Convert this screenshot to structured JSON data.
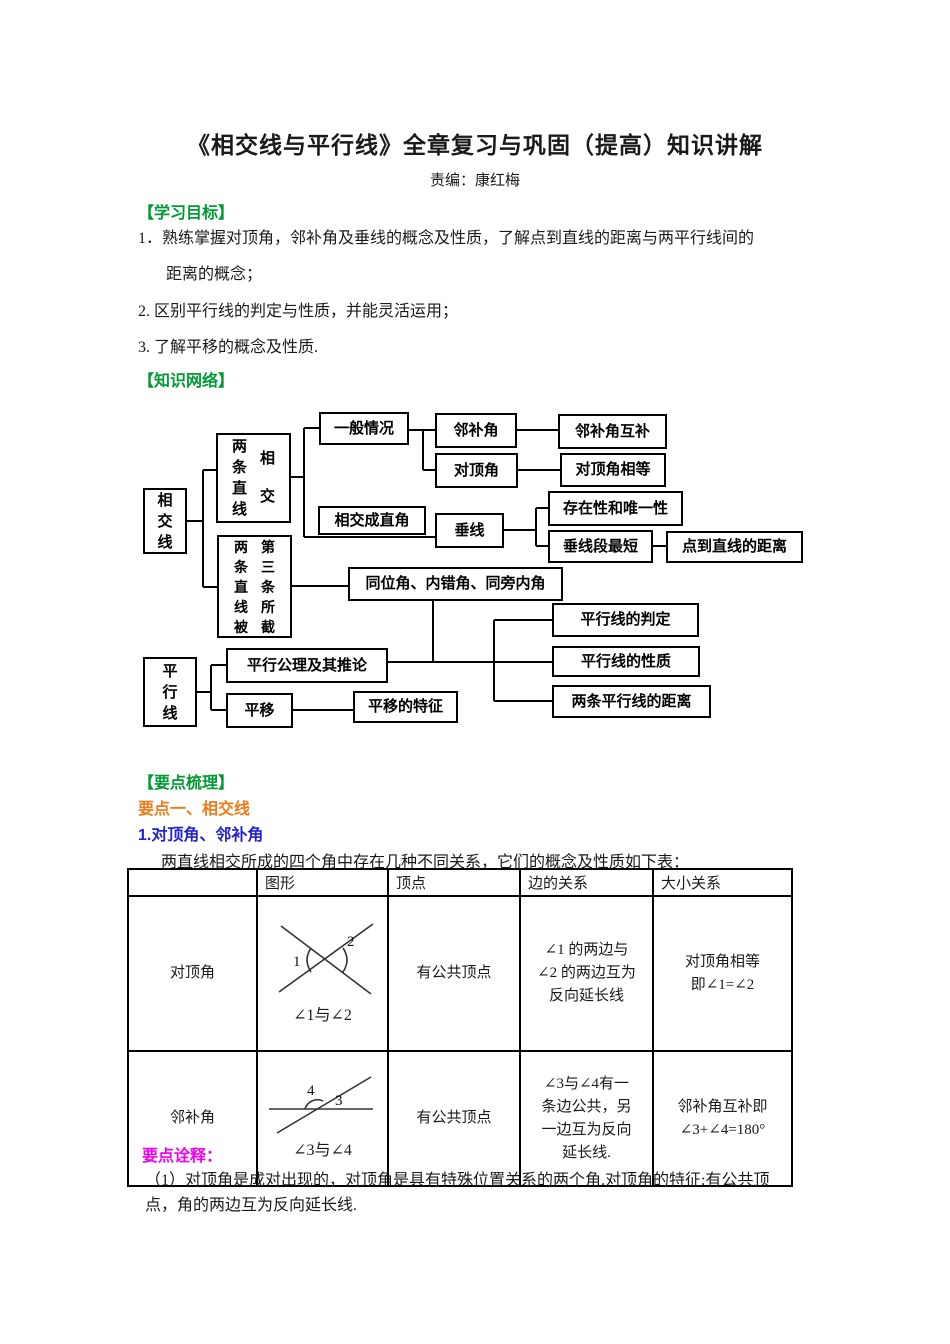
{
  "title": "《相交线与平行线》全章复习与巩固（提高）知识讲解",
  "byline": "责编：康红梅",
  "colors": {
    "section_header_green": "#009933",
    "point_orange": "#ED7C1B",
    "sub_blue": "#2323CC",
    "notes_magenta": "#F000F0",
    "text": "#1a1a1a",
    "diagram_border": "#000000"
  },
  "learning": {
    "header": "【学习目标】",
    "lines": [
      "1．熟练掌握对顶角，邻补角及垂线的概念及性质，了解点到直线的距离与两平行线间的",
      "距离的概念；",
      "2. 区别平行线的判定与性质，并能灵活运用；",
      "3. 了解平移的概念及性质."
    ]
  },
  "network": {
    "header": "【知识网络】",
    "nodes": {
      "intersecting_lines": "相交线",
      "two_lines": "两条直线",
      "intersect": "相交",
      "general_case": "一般情况",
      "adjacent_supplementary": "邻补角",
      "vertical_angles": "对顶角",
      "adjacent_supplementary_rule": "邻补角互补",
      "vertical_angles_equal": "对顶角相等",
      "intersect_right_angle": "相交成直角",
      "perpendicular": "垂线",
      "existence_uniqueness": "存在性和唯一性",
      "perpendicular_shortest": "垂线段最短",
      "point_line_distance": "点到直线的距离",
      "two_lines_cut": "两条直线被",
      "third_line": "第三条所截",
      "angle_types": "同位角、内错角、同旁内角",
      "parallel_judgment": "平行线的判定",
      "parallel_property": "平行线的性质",
      "parallel_distance": "两条平行线的距离",
      "parallel_axiom": "平行公理及其推论",
      "parallel_lines": "平行线",
      "translation": "平移",
      "translation_features": "平移的特征"
    }
  },
  "keypoints": {
    "header": "【要点梳理】",
    "point": "要点一、相交线",
    "sub": "1.对顶角、邻补角",
    "intro": "两直线相交所成的四个角中存在几种不同关系，它们的概念及性质如下表："
  },
  "table": {
    "headers": [
      "",
      "图形",
      "顶点",
      "边的关系",
      "大小关系"
    ],
    "rows": [
      {
        "name": "对顶角",
        "fig": {
          "labels": [
            "1",
            "2"
          ],
          "caption": "∠1与∠2"
        },
        "vertex": "有公共顶点",
        "sides": "∠1 的两边与\n∠2 的两边互为\n反向延长线",
        "size": "对顶角相等\n即∠1=∠2"
      },
      {
        "name": "邻补角",
        "fig": {
          "labels": [
            "4",
            "3"
          ],
          "caption": "∠3与∠4"
        },
        "vertex": "有公共顶点",
        "sides": "∠3与∠4有一\n条边公共，另\n一边互为反向\n延长线.",
        "size": "邻补角互补即\n∠3+∠4=180°"
      }
    ]
  },
  "notes": {
    "header": "要点诠释：",
    "lines": [
      "（1）对顶角是成对出现的，对顶角是具有特殊位置关系的两个角.对顶角的特征:有公共顶",
      "点，角的两边互为反向延长线."
    ]
  }
}
